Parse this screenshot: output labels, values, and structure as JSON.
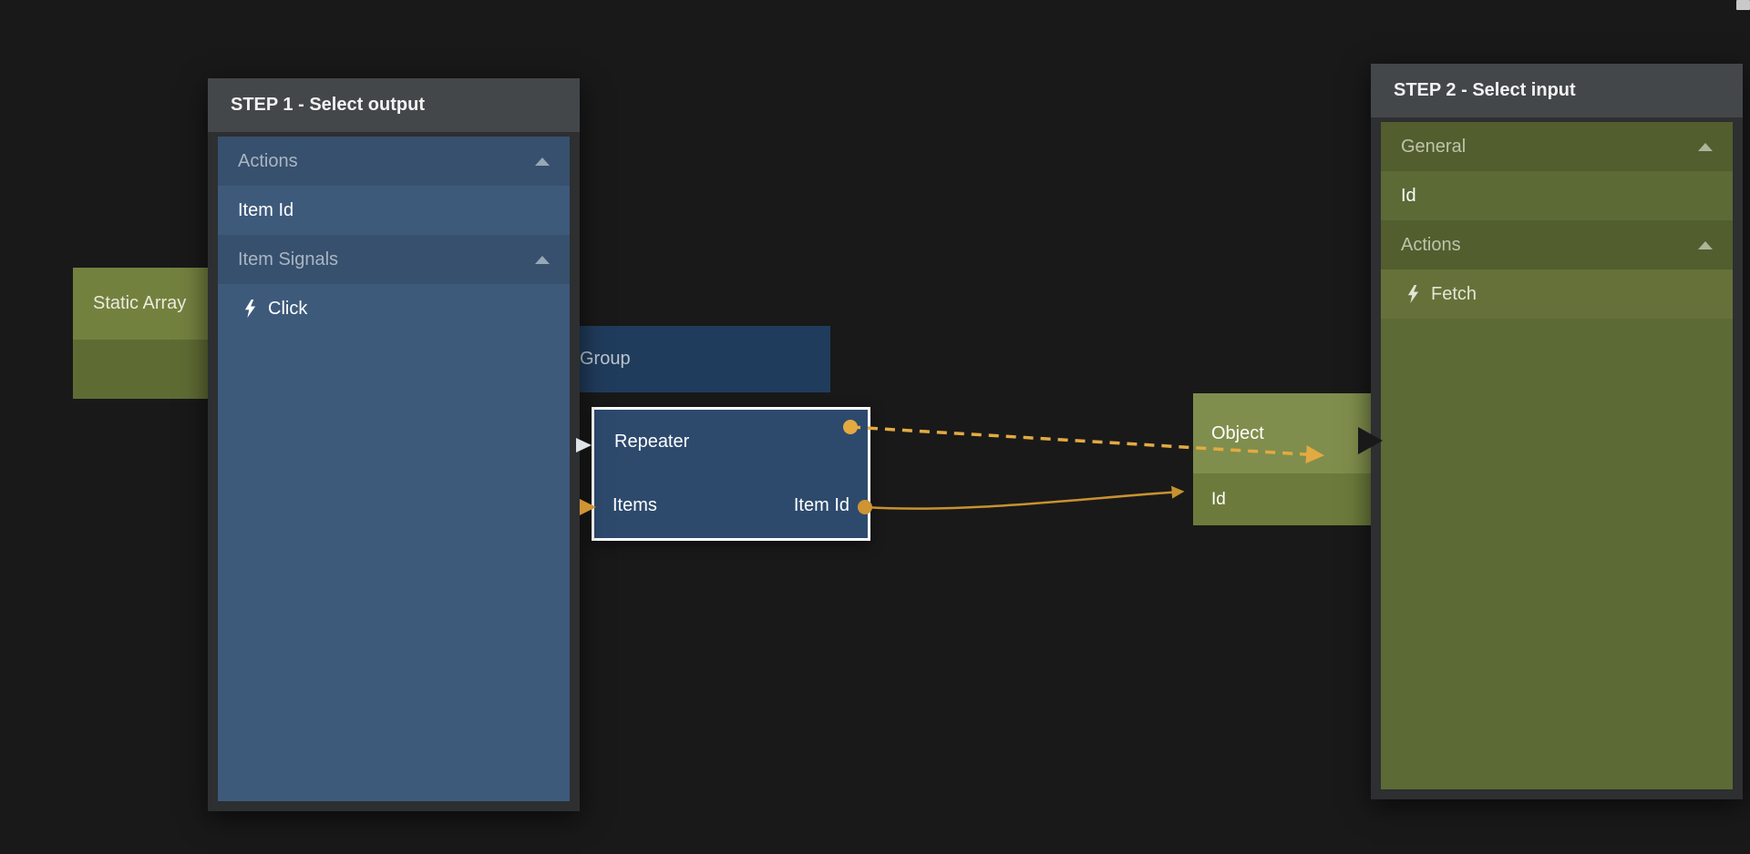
{
  "step1_panel": {
    "title": "STEP 1 - Select output",
    "rows": [
      {
        "label": "Actions",
        "type": "section-header"
      },
      {
        "label": "Item Id",
        "type": "item"
      },
      {
        "label": "Item Signals",
        "type": "section-header"
      },
      {
        "label": "Click",
        "type": "item",
        "icon": "lightning-icon"
      }
    ]
  },
  "step2_panel": {
    "title": "STEP 2 - Select input",
    "rows": [
      {
        "label": "General",
        "type": "section-header"
      },
      {
        "label": "Id",
        "type": "item"
      },
      {
        "label": "Actions",
        "type": "section-header"
      },
      {
        "label": "Fetch",
        "type": "item",
        "icon": "lightning-icon"
      }
    ]
  },
  "nodes": {
    "static_array": {
      "title": "Static Array"
    },
    "group": {
      "title": "Group"
    },
    "repeater": {
      "title": "Repeater",
      "input_label": "Items",
      "output_label": "Item Id"
    },
    "object": {
      "title": "Object",
      "input_label": "Id"
    }
  },
  "colors": {
    "background": "#191919",
    "accent_orange": "#e3aa42",
    "connection_orange": "#c8922f",
    "panel_blue": "#3e5a7b",
    "panel_olive": "#5c6a36",
    "selection_white": "#ffffff"
  }
}
